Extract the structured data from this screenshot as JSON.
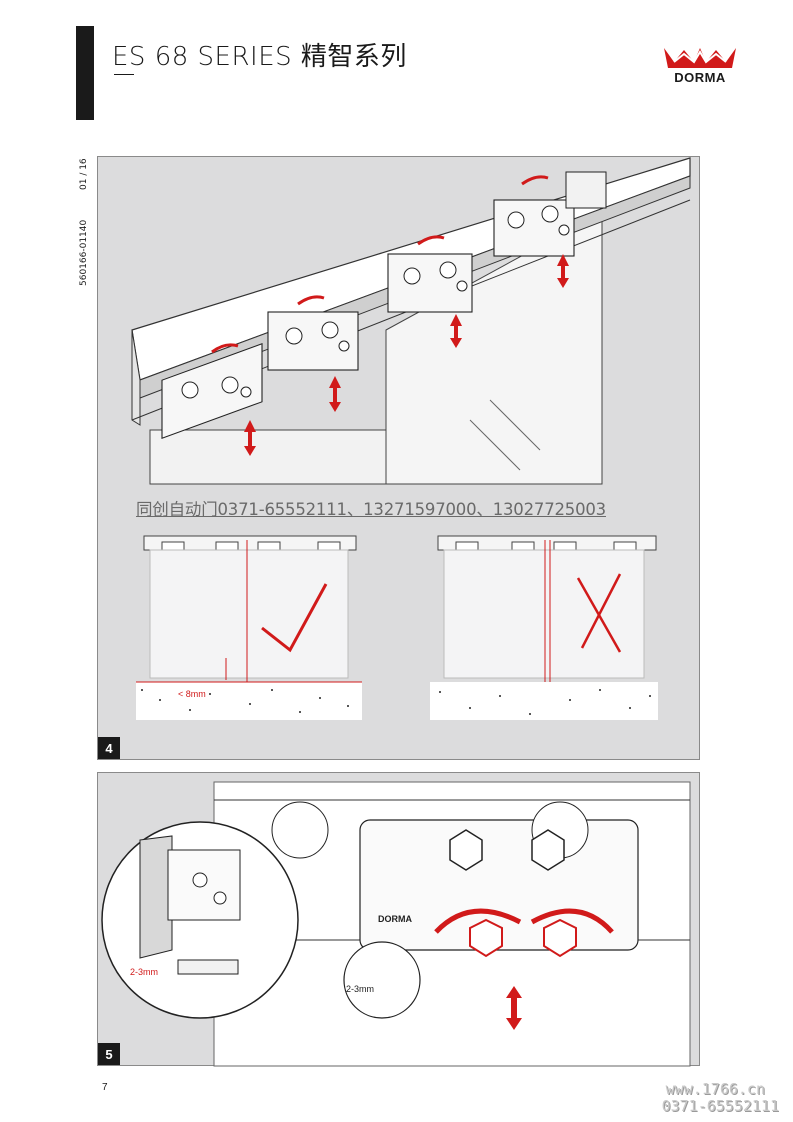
{
  "header": {
    "title": "ES 68 SERIES 精智系列",
    "brand": "DORMA"
  },
  "side": {
    "doc_code": "560166-01140",
    "revision": "01 / 16"
  },
  "panel4": {
    "number": "4",
    "contact": "同创自动门0371-65552111、13271597000、13027725003",
    "gap_label": "< 8mm"
  },
  "panel5": {
    "number": "5",
    "gap_label_left": "2-3mm",
    "gap_label_mid": "2-3mm"
  },
  "footer": {
    "page_number": "7",
    "watermark_url": "www.1766.cn",
    "watermark_phone": "0371-65552111"
  },
  "colors": {
    "accent_red": "#d11a1a",
    "panel_bg": "#dcdcdd",
    "header_bar": "#1a1a1a"
  }
}
